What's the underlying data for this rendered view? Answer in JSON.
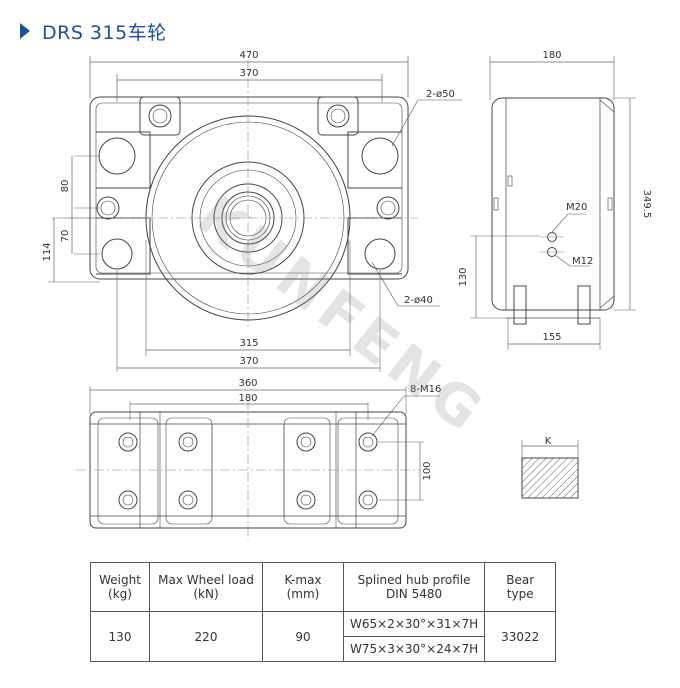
{
  "title": "DRS 315车轮",
  "watermark": "KUNFENG",
  "front_view": {
    "dims": {
      "overall_width": "470",
      "bolt_spacing_top": "370",
      "bolt_spacing_bottom": "370",
      "inner_width": "315",
      "h80": "80",
      "h70": "70",
      "h114": "114"
    },
    "callouts": {
      "top_holes": "2-ø50",
      "bottom_holes": "2-ø40"
    }
  },
  "side_view": {
    "dims": {
      "width": "180",
      "height": "349.5",
      "h130": "130",
      "base": "155"
    },
    "callouts": {
      "m20": "M20",
      "m12": "M12"
    }
  },
  "top_view": {
    "dims": {
      "length": "360",
      "hole_spacing": "180",
      "height": "100"
    },
    "callouts": {
      "threads": "8-M16"
    }
  },
  "k_detail": {
    "label": "K"
  },
  "spec_table": {
    "headers": {
      "weight": [
        "Weight",
        "(kg)"
      ],
      "load": [
        "Max Wheel load",
        "(kN)"
      ],
      "kmax": [
        "K-max",
        "(mm)"
      ],
      "hub": [
        "Splined hub profile",
        "DIN 5480"
      ],
      "bear": [
        "Bear type"
      ]
    },
    "row": {
      "weight": "130",
      "load": "220",
      "kmax": "90",
      "hub_1": "W65×2×30°×31×7H",
      "hub_2": "W75×3×30°×24×7H",
      "bear": "33022"
    }
  }
}
